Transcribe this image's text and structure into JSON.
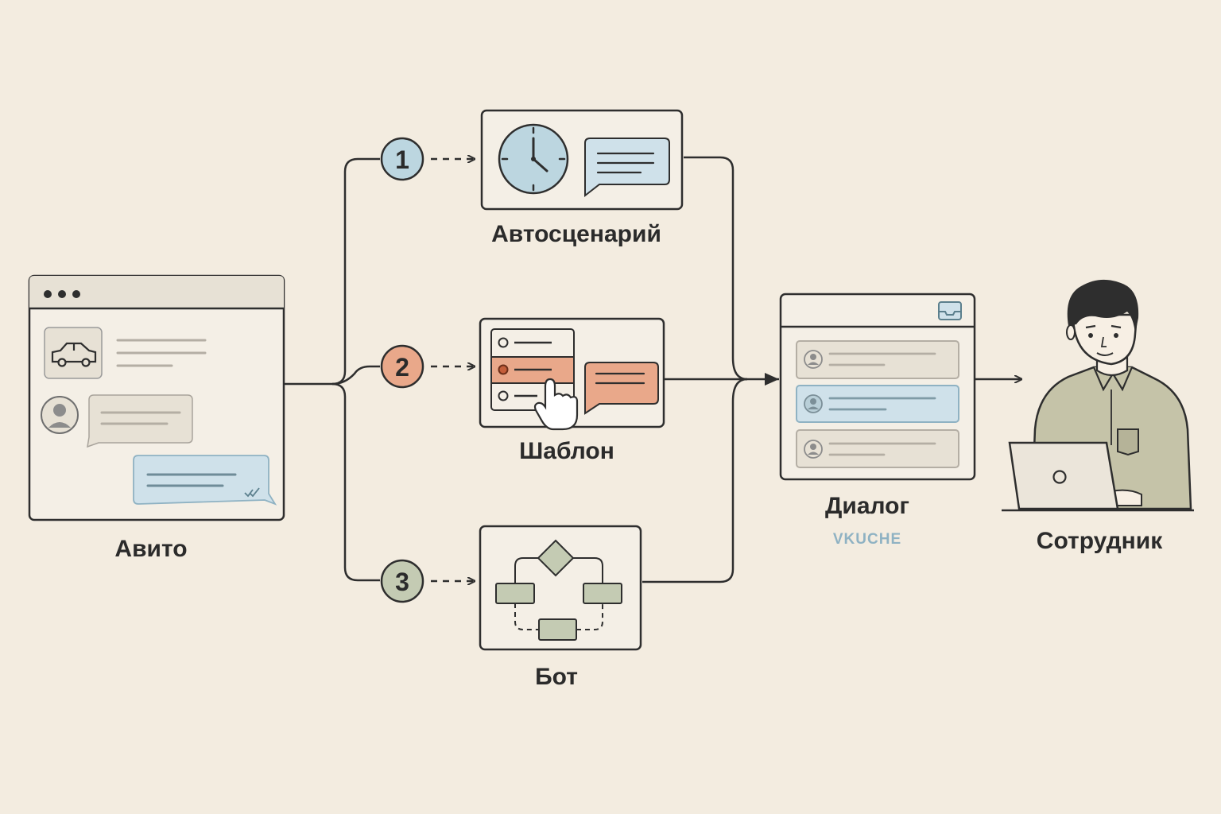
{
  "nodes": {
    "avito": {
      "label": "Авито"
    },
    "auto_scenario": {
      "label": "Автосценарий",
      "step": "1"
    },
    "template": {
      "label": "Шаблон",
      "step": "2"
    },
    "bot": {
      "label": "Бот",
      "step": "3"
    },
    "dialog": {
      "label": "Диалог",
      "sublabel": "VKUCHE"
    },
    "employee": {
      "label": "Сотрудник"
    }
  },
  "colors": {
    "background": "#f3ece0",
    "stroke": "#2e2e2e",
    "step1": "#bcd6e0",
    "step2": "#e9a88a",
    "step3": "#c4cbb3",
    "highlight_blue": "#cfe1ea",
    "highlight_orange": "#e9a88a",
    "shirt": "#c5c3a8"
  },
  "icons": [
    "window-dots-icon",
    "car-icon",
    "avatar-icon",
    "double-check-icon",
    "clock-icon",
    "chat-bubble-icon",
    "hand-pointer-icon",
    "flowchart-icon",
    "inbox-icon",
    "laptop-icon",
    "person-icon"
  ]
}
